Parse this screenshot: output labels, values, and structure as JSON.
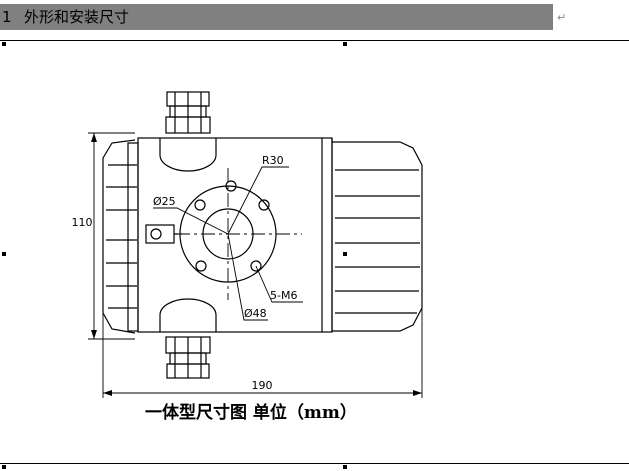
{
  "heading": {
    "number": "1",
    "title": "外形和安装尺寸",
    "paragraph_mark": "↵"
  },
  "drawing": {
    "dimensions": {
      "height": "110",
      "width": "190",
      "radius": "R30",
      "diameter_inner": "Ø25",
      "diameter_outer": "Ø48",
      "bolts": "5-M6"
    }
  },
  "caption": {
    "text": "一体型尺寸图 单位（mm）"
  }
}
